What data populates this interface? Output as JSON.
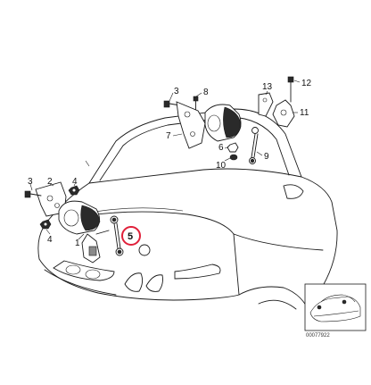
{
  "diagram": {
    "callouts": [
      {
        "id": "1",
        "text": "1"
      },
      {
        "id": "2",
        "text": "2"
      },
      {
        "id": "3a",
        "text": "3"
      },
      {
        "id": "3b",
        "text": "3"
      },
      {
        "id": "4a",
        "text": "4"
      },
      {
        "id": "4b",
        "text": "4"
      },
      {
        "id": "5",
        "text": "5"
      },
      {
        "id": "6",
        "text": "6"
      },
      {
        "id": "7",
        "text": "7"
      },
      {
        "id": "8",
        "text": "8"
      },
      {
        "id": "9",
        "text": "9"
      },
      {
        "id": "10",
        "text": "10"
      },
      {
        "id": "11",
        "text": "11"
      },
      {
        "id": "12",
        "text": "12"
      },
      {
        "id": "13",
        "text": "13"
      }
    ],
    "highlight_color": "#e0203a",
    "inset_code": "00077922"
  }
}
